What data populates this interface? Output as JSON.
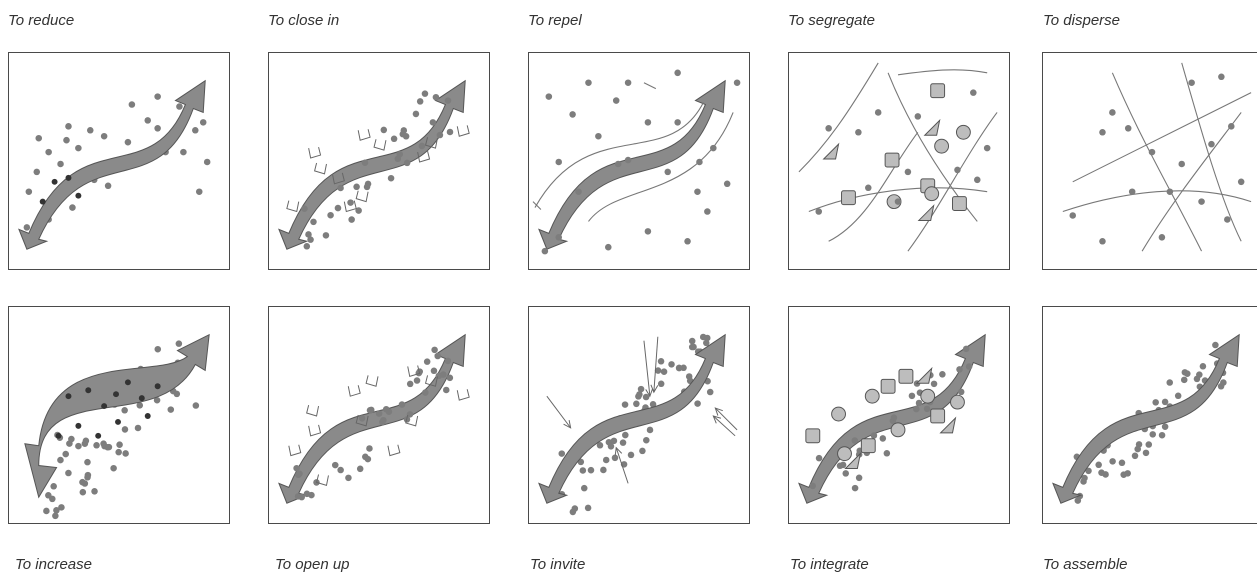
{
  "colors": {
    "arrow_fill": "#8a8a8a",
    "arrow_stroke": "#555555",
    "dot": "#7d7d7d",
    "dark_dot": "#333333",
    "line": "#777777",
    "shape_fill": "#bdbdbd",
    "panel_border": "#4a4a4a"
  },
  "top_row": [
    {
      "caption": "To reduce",
      "variant": "reduce"
    },
    {
      "caption": "To close in",
      "variant": "close-in"
    },
    {
      "caption": "To repel",
      "variant": "repel"
    },
    {
      "caption": "To segregate",
      "variant": "segregate"
    },
    {
      "caption": "To disperse",
      "variant": "disperse"
    }
  ],
  "bottom_row": [
    {
      "caption": "To increase",
      "variant": "increase"
    },
    {
      "caption": "To open up",
      "variant": "open-up"
    },
    {
      "caption": "To invite",
      "variant": "invite"
    },
    {
      "caption": "To integrate",
      "variant": "integrate"
    },
    {
      "caption": "To assemble",
      "variant": "assemble"
    }
  ]
}
